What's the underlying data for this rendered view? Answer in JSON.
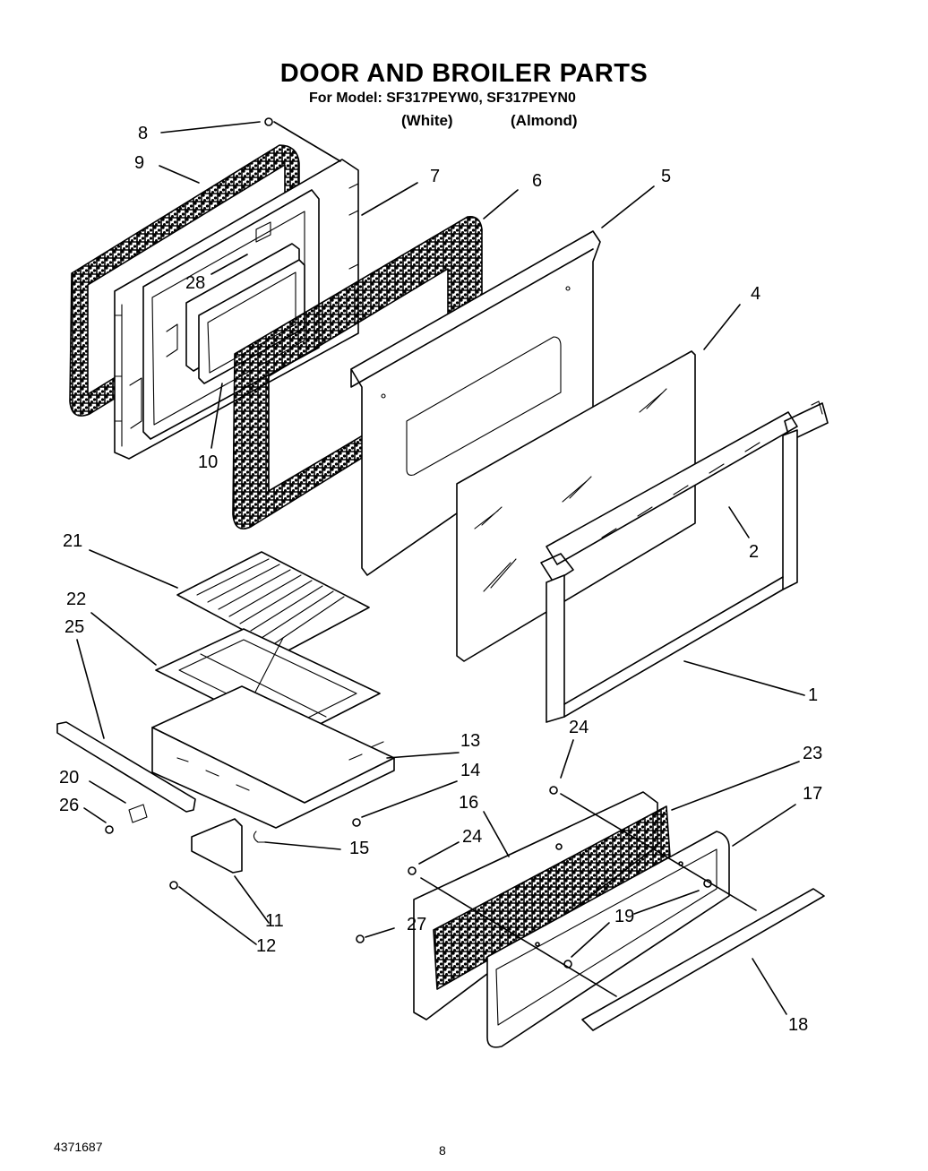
{
  "header": {
    "title": "DOOR AND BROILER PARTS",
    "model_line": "For Model: SF317PEYW0, SF317PEYN0",
    "finish_white": "(White)",
    "finish_almond": "(Almond)"
  },
  "callouts": [
    "8",
    "9",
    "7",
    "6",
    "5",
    "4",
    "28",
    "10",
    "2",
    "21",
    "22",
    "25",
    "1",
    "24",
    "13",
    "23",
    "14",
    "17",
    "20",
    "16",
    "26",
    "24",
    "15",
    "19",
    "27",
    "11",
    "12",
    "18"
  ],
  "footer": {
    "doc_number": "4371687",
    "page_number": "8"
  }
}
